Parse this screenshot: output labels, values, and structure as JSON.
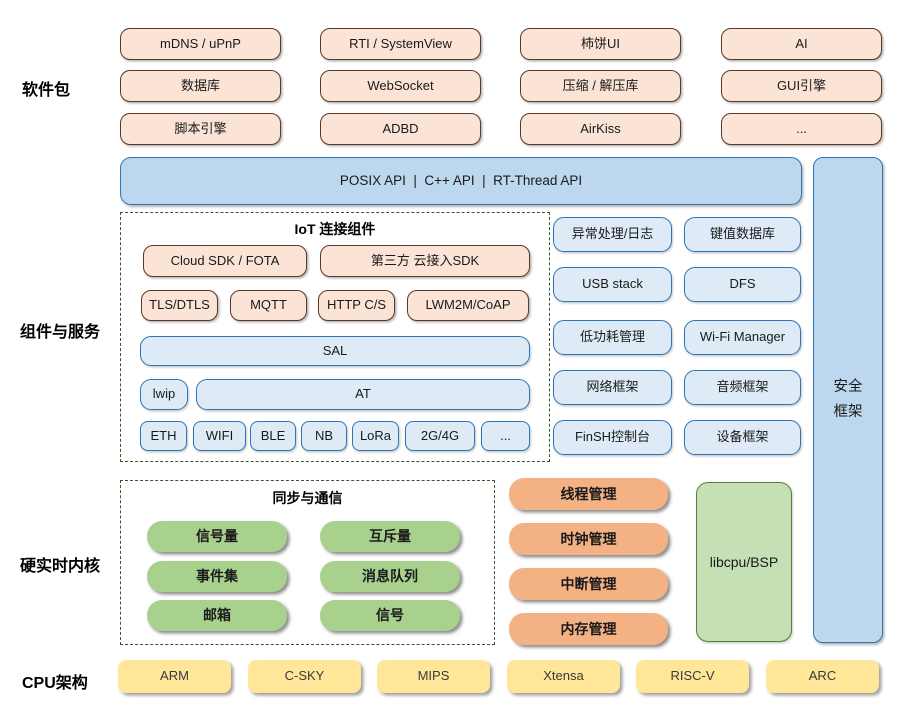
{
  "side_labels": {
    "packages": "软件包",
    "components": "组件与服务",
    "kernel": "硬实时内核",
    "cpu": "CPU架构"
  },
  "packages": {
    "items": [
      "mDNS / uPnP",
      "RTI / SystemView",
      "柿饼UI",
      "AI",
      "数据库",
      "WebSocket",
      "压缩 / 解压库",
      "GUI引擎",
      "脚本引擎",
      "ADBD",
      "AirKiss",
      "..."
    ]
  },
  "api_bar": {
    "text": "POSIX API  |  C++ API  |  RT-Thread API"
  },
  "security_frame": {
    "line1": "安全",
    "line2": "框架"
  },
  "iot": {
    "title": "IoT 连接组件",
    "cloud_sdk": "Cloud SDK / FOTA",
    "third_party_sdk": "第三方 云接入SDK",
    "protocols": [
      "TLS/DTLS",
      "MQTT",
      "HTTP C/S",
      "LWM2M/CoAP"
    ],
    "sal": "SAL",
    "lwip": "lwip",
    "at": "AT",
    "links": [
      "ETH",
      "WIFI",
      "BLE",
      "NB",
      "LoRa",
      "2G/4G",
      "..."
    ]
  },
  "services": {
    "items": [
      "异常处理/日志",
      "键值数据库",
      "USB stack",
      "DFS",
      "低功耗管理",
      "Wi-Fi Manager",
      "网络框架",
      "音频框架",
      "FinSH控制台",
      "设备框架"
    ]
  },
  "kernel": {
    "sync_title": "同步与通信",
    "sync_items": [
      "信号量",
      "互斥量",
      "事件集",
      "消息队列",
      "邮箱",
      "信号"
    ],
    "mgmt_items": [
      "线程管理",
      "时钟管理",
      "中断管理",
      "内存管理"
    ],
    "libcpu": "libcpu/BSP"
  },
  "cpu": {
    "items": [
      "ARM",
      "C-SKY",
      "MIPS",
      "Xtensa",
      "RISC-V",
      "ARC"
    ]
  },
  "colors": {
    "peach_fill": "#FBE3D5",
    "peach_border": "#5B3A25",
    "blue_fill": "#BDD7EE",
    "blue_light_fill": "#DEEBF7",
    "blue_border": "#2E75B6",
    "green_pill": "#A9D18E",
    "green_box": "#C5E0B4",
    "green_border": "#538135",
    "orange_pill": "#F4B183",
    "yellow_fill": "#FFE699",
    "dash_border": "#385723"
  }
}
